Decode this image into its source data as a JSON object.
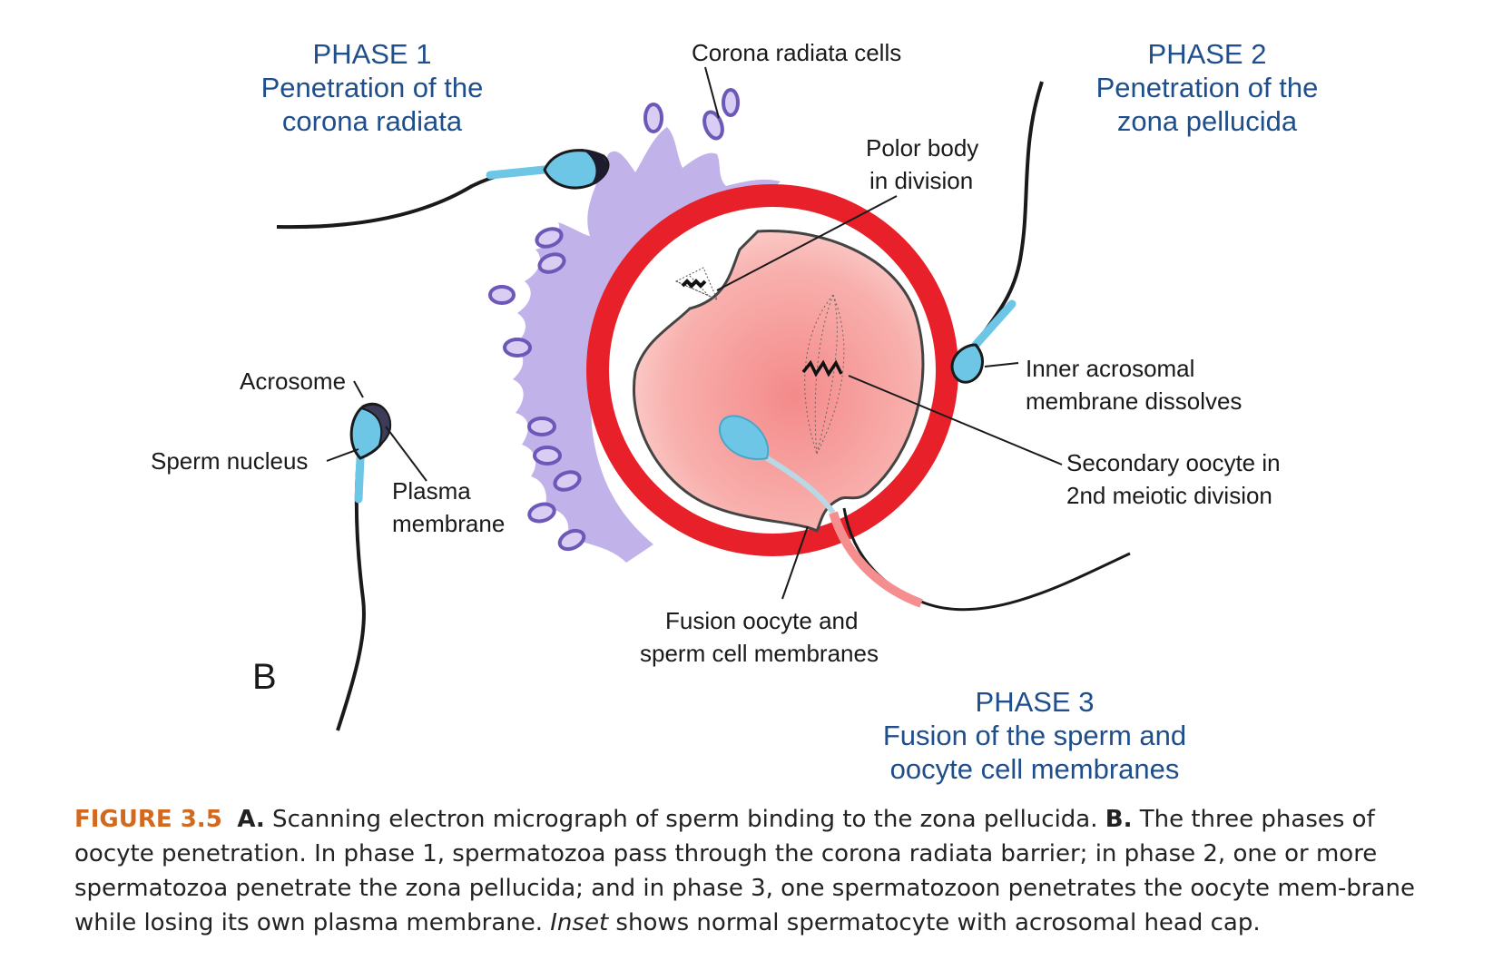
{
  "phases": {
    "phase1": {
      "title": "PHASE 1",
      "line1": "Penetration of the",
      "line2": "corona radiata"
    },
    "phase2": {
      "title": "PHASE 2",
      "line1": "Penetration of the",
      "line2": "zona pellucida"
    },
    "phase3": {
      "title": "PHASE 3",
      "line1": "Fusion of the sperm and",
      "line2": "oocyte cell membranes"
    }
  },
  "labels": {
    "corona_radiata_cells": "Corona radiata cells",
    "polar_body_1": "Polor body",
    "polar_body_2": "in division",
    "acrosome": "Acrosome",
    "sperm_nucleus": "Sperm nucleus",
    "plasma_1": "Plasma",
    "plasma_2": "membrane",
    "inner_acro_1": "Inner acrosomal",
    "inner_acro_2": "membrane dissolves",
    "secondary_1": "Secondary oocyte in",
    "secondary_2": "2nd meiotic division",
    "fusion_1": "Fusion oocyte and",
    "fusion_2": "sperm cell membranes",
    "panel_letter": "B"
  },
  "caption": {
    "figure_label": "FIGURE 3.5",
    "a_label": "A.",
    "a_text": " Scanning electron micrograph of sperm binding to the zona pellucida. ",
    "b_label": "B.",
    "b_text": " The three phases of oocyte penetration. In phase 1, spermatozoa pass through the corona radiata barrier; in phase 2, one or more spermatozoa penetrate the zona pellucida; and in phase 3, one spermatozoon penetrates the oocyte mem-brane while losing its own plasma membrane. ",
    "inset_word": "Inset",
    "inset_text": " shows normal spermatocyte with acrosomal head cap."
  },
  "colors": {
    "phase_text": "#1f4e8c",
    "figure_label": "#d2691e",
    "zona_pellucida": "#e8202a",
    "oocyte": "#f7a3a3",
    "sperm_head": "#6ec6e6",
    "corona": "#b8a4e0"
  }
}
